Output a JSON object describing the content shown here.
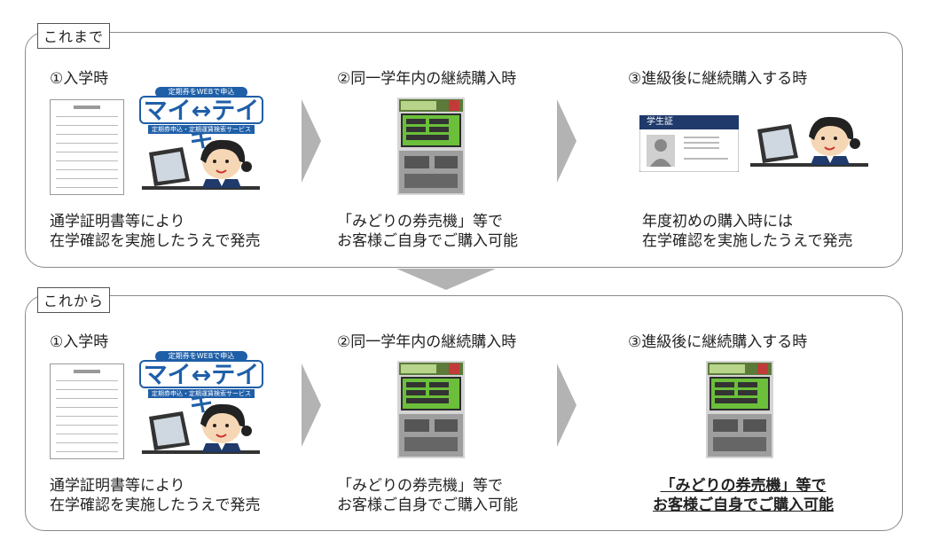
{
  "before": {
    "tag": "これまで",
    "steps": [
      {
        "title": "①入学時",
        "caption": [
          "通学証明書等により",
          "在学確認を実施したうえで発売"
        ]
      },
      {
        "title": "②同一学年内の継続購入時",
        "caption": [
          "「みどりの券売機」等で",
          "お客様ご自身でご購入可能"
        ]
      },
      {
        "title": "③進級後に継続購入する時",
        "caption": [
          "年度初めの購入時には",
          "在学確認を実施したうえで発売"
        ]
      }
    ]
  },
  "after": {
    "tag": "これから",
    "steps": [
      {
        "title": "①入学時",
        "caption": [
          "通学証明書等により",
          "在学確認を実施したうえで発売"
        ]
      },
      {
        "title": "②同一学年内の継続購入時",
        "caption": [
          "「みどりの券売機」等で",
          "お客様ご自身でご購入可能"
        ]
      },
      {
        "title": "③進級後に継続購入する時",
        "caption": [
          "「みどりの券売機」等で",
          "お客様ご自身でご購入可能"
        ]
      }
    ]
  },
  "logo": {
    "top_text": "定期券をWEBで申込",
    "main_text": "マイ↔テイキ",
    "sub_text": "定期券申込・定期運賃検索サービス"
  },
  "student_card": {
    "label": "学生証"
  },
  "colors": {
    "logo_blue": "#1f5fa8",
    "arrow_gray": "#b3b3b3",
    "card_navy": "#1f3a6b",
    "machine_green": "#6bbf3a"
  }
}
